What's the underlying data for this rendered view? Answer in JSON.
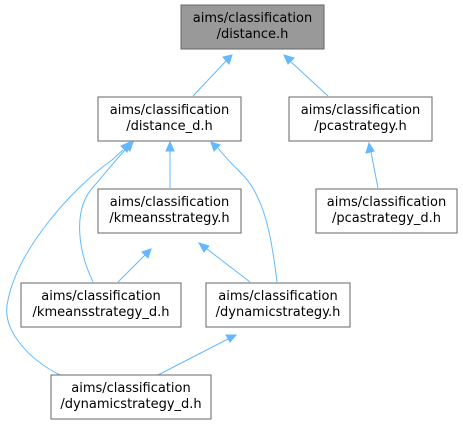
{
  "colors": {
    "edge": "#63b8ff",
    "highlight_fill": "#999999",
    "node_border": "#666666",
    "node_fill": "#ffffff"
  },
  "nodes": {
    "distance_h": {
      "line1": "aims/classification",
      "line2": "/distance.h"
    },
    "distance_d_h": {
      "line1": "aims/classification",
      "line2": "/distance_d.h"
    },
    "pcastrategy_h": {
      "line1": "aims/classification",
      "line2": "/pcastrategy.h"
    },
    "kmeansstrategy_h": {
      "line1": "aims/classification",
      "line2": "/kmeansstrategy.h"
    },
    "pcastrategy_d_h": {
      "line1": "aims/classification",
      "line2": "/pcastrategy_d.h"
    },
    "kmeansstrategy_d_h": {
      "line1": "aims/classification",
      "line2": "/kmeansstrategy_d.h"
    },
    "dynamicstrategy_h": {
      "line1": "aims/classification",
      "line2": "/dynamicstrategy.h"
    },
    "dynamicstrategy_d_h": {
      "line1": "aims/classification",
      "line2": "/dynamicstrategy_d.h"
    }
  },
  "edges": [
    {
      "from": "distance_d_h",
      "to": "distance_h"
    },
    {
      "from": "pcastrategy_h",
      "to": "distance_h"
    },
    {
      "from": "kmeansstrategy_h",
      "to": "distance_d_h"
    },
    {
      "from": "kmeansstrategy_d_h",
      "to": "distance_d_h"
    },
    {
      "from": "dynamicstrategy_h",
      "to": "distance_d_h"
    },
    {
      "from": "dynamicstrategy_d_h",
      "to": "distance_d_h"
    },
    {
      "from": "pcastrategy_d_h",
      "to": "pcastrategy_h"
    },
    {
      "from": "kmeansstrategy_d_h",
      "to": "kmeansstrategy_h"
    },
    {
      "from": "dynamicstrategy_h",
      "to": "kmeansstrategy_h"
    },
    {
      "from": "dynamicstrategy_d_h",
      "to": "dynamicstrategy_h"
    }
  ]
}
